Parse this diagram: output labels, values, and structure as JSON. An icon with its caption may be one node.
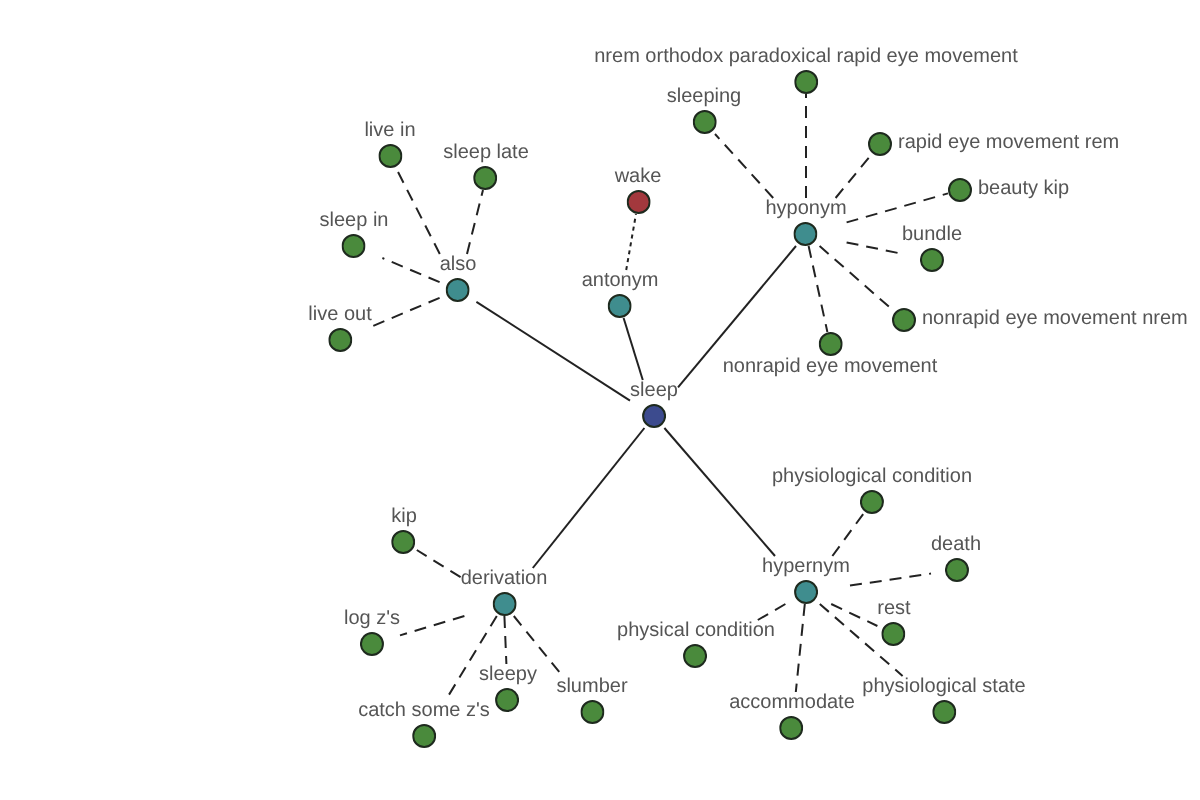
{
  "diagram": {
    "nodes": [
      {
        "text": [
          "sleep"
        ]
      },
      {
        "text": [
          "also"
        ]
      },
      {
        "text": [
          "antonym"
        ]
      },
      {
        "text": [
          "hyponym"
        ]
      },
      {
        "text": [
          "derivation"
        ]
      },
      {
        "text": [
          "hypernym"
        ]
      },
      {
        "text": [
          "live in"
        ]
      },
      {
        "text": [
          "sleep late"
        ]
      },
      {
        "text": [
          "sleep in"
        ]
      },
      {
        "text": [
          "live out"
        ]
      },
      {
        "text": [
          "wake"
        ]
      },
      {
        "text": [
          "nrem orthodox paradoxical rapid eye movement"
        ]
      },
      {
        "text": [
          "sleeping"
        ]
      },
      {
        "text": [
          "rapid eye movement rem"
        ]
      },
      {
        "text": [
          "beauty kip"
        ]
      },
      {
        "text": [
          "bundle"
        ]
      },
      {
        "text": [
          "nonrapid eye movement"
        ]
      },
      {
        "text": [
          "nonrapid eye movement nrem"
        ]
      },
      {
        "text": [
          "kip"
        ]
      },
      {
        "text": [
          "log z's"
        ]
      },
      {
        "text": [
          "sleepy"
        ]
      },
      {
        "text": [
          "catch some z's"
        ]
      },
      {
        "text": [
          "slumber"
        ]
      },
      {
        "text": [
          "physiological condition"
        ]
      },
      {
        "text": [
          "death"
        ]
      },
      {
        "text": [
          "physical condition"
        ]
      },
      {
        "text": [
          "rest"
        ]
      },
      {
        "text": [
          "accommodate"
        ]
      },
      {
        "text": [
          "physiological state"
        ]
      }
    ],
    "edges": [
      {
        "from": 0,
        "to": 1,
        "arrow": "none"
      },
      {
        "from": 0,
        "to": 2,
        "arrow": "none"
      },
      {
        "from": 0,
        "to": 3,
        "arrow": "none"
      },
      {
        "from": 0,
        "to": 4,
        "arrow": "none"
      },
      {
        "from": 0,
        "to": 5,
        "arrow": "none"
      },
      {
        "from": 1,
        "to": 6,
        "arrow": "none",
        "style": "dashed"
      },
      {
        "from": 1,
        "to": 7,
        "arrow": "none",
        "style": "dashed"
      },
      {
        "from": 1,
        "to": 8,
        "arrow": "none",
        "style": "dashed"
      },
      {
        "from": 1,
        "to": 9,
        "arrow": "none",
        "style": "dashed"
      },
      {
        "from": 2,
        "to": 10,
        "arrow": "none",
        "style": "dashed"
      },
      {
        "from": 3,
        "to": 11,
        "arrow": "none",
        "style": "dashed"
      },
      {
        "from": 3,
        "to": 12,
        "arrow": "none",
        "style": "dashed"
      },
      {
        "from": 3,
        "to": 13,
        "arrow": "none",
        "style": "dashed"
      },
      {
        "from": 3,
        "to": 14,
        "arrow": "none",
        "style": "dashed"
      },
      {
        "from": 3,
        "to": 15,
        "arrow": "none",
        "style": "dashed"
      },
      {
        "from": 3,
        "to": 16,
        "arrow": "none",
        "style": "dashed"
      },
      {
        "from": 3,
        "to": 17,
        "arrow": "none",
        "style": "dashed"
      },
      {
        "from": 4,
        "to": 18,
        "arrow": "none",
        "style": "dashed"
      },
      {
        "from": 4,
        "to": 19,
        "arrow": "none",
        "style": "dashed"
      },
      {
        "from": 4,
        "to": 20,
        "arrow": "none",
        "style": "dashed"
      },
      {
        "from": 4,
        "to": 21,
        "arrow": "none",
        "style": "dashed"
      },
      {
        "from": 4,
        "to": 22,
        "arrow": "none",
        "style": "dashed"
      },
      {
        "from": 5,
        "to": 23,
        "arrow": "none",
        "style": "dashed"
      },
      {
        "from": 5,
        "to": 24,
        "arrow": "none",
        "style": "dashed"
      },
      {
        "from": 5,
        "to": 25,
        "arrow": "none",
        "style": "dashed"
      },
      {
        "from": 5,
        "to": 26,
        "arrow": "none",
        "style": "dashed"
      },
      {
        "from": 5,
        "to": 27,
        "arrow": "none",
        "style": "dashed"
      },
      {
        "from": 5,
        "to": 28,
        "arrow": "none",
        "style": "dashed"
      }
    ]
  }
}
